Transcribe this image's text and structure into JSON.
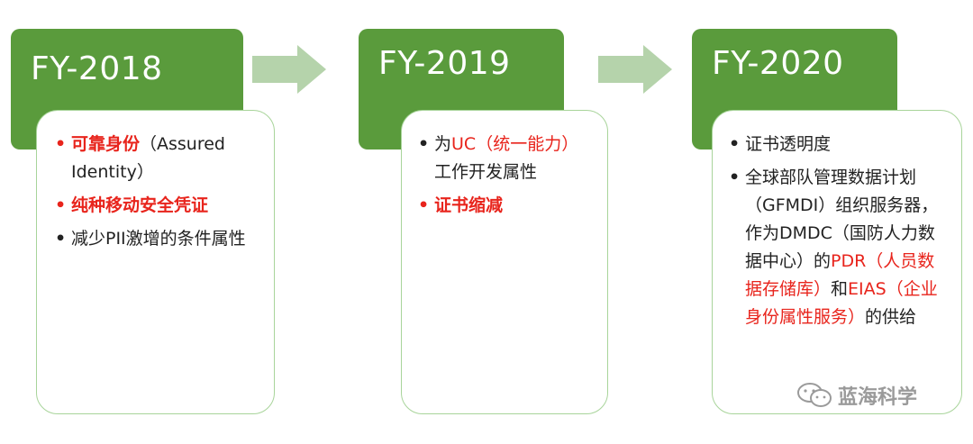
{
  "columns": [
    {
      "year": "FY-2018",
      "items": [
        {
          "parts": [
            {
              "text": "可靠身份",
              "style": "red bold"
            },
            {
              "text": "（Assured Identity）",
              "style": ""
            }
          ],
          "bullet": "red"
        },
        {
          "parts": [
            {
              "text": "纯种移动安全凭证",
              "style": "red bold"
            }
          ],
          "bullet": "red"
        },
        {
          "parts": [
            {
              "text": "减少PII激增的条件属性",
              "style": ""
            }
          ],
          "bullet": "black"
        }
      ]
    },
    {
      "year": "FY-2019",
      "items": [
        {
          "parts": [
            {
              "text": "为",
              "style": ""
            },
            {
              "text": "UC（统一能力）",
              "style": "red"
            },
            {
              "text": "工作开发属性",
              "style": ""
            }
          ],
          "bullet": "black"
        },
        {
          "parts": [
            {
              "text": "证书缩减",
              "style": "red bold"
            }
          ],
          "bullet": "red"
        }
      ]
    },
    {
      "year": "FY-2020",
      "items": [
        {
          "parts": [
            {
              "text": "证书透明度",
              "style": ""
            }
          ],
          "bullet": "black"
        },
        {
          "parts": [
            {
              "text": "全球部队管理数据计划（GFMDI）组织服务器，作为DMDC（国防人力数据中心）的",
              "style": ""
            },
            {
              "text": "PDR（人员数据存储库）",
              "style": "red"
            },
            {
              "text": "和",
              "style": ""
            },
            {
              "text": "EIAS（企业身份属性服务）",
              "style": "red"
            },
            {
              "text": "的供给",
              "style": ""
            }
          ],
          "bullet": "black"
        }
      ]
    }
  ],
  "watermark": "蓝海科学",
  "colors": {
    "header_green": "#5a9b3c",
    "card_border": "#a8d49a",
    "arrow": "#b5d3ab",
    "highlight_red": "#e8241c"
  }
}
